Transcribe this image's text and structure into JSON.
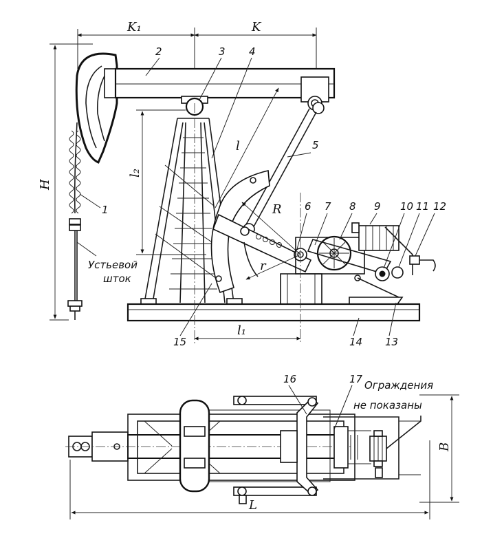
{
  "dimensions": {
    "k1": "K₁",
    "k": "K",
    "h": "H",
    "l": "l",
    "l1": "l₁",
    "l2": "l₂",
    "r_big": "R",
    "r_small": "r",
    "b": "B",
    "l_total": "L"
  },
  "callouts": [
    "1",
    "2",
    "3",
    "4",
    "5",
    "6",
    "7",
    "8",
    "9",
    "10",
    "11",
    "12",
    "13",
    "14",
    "15",
    "16",
    "17"
  ],
  "notes": {
    "rod_line1": "Устьевой",
    "rod_line2": "шток",
    "guard_line1": "Ограждения",
    "guard_line2": "не показаны"
  }
}
